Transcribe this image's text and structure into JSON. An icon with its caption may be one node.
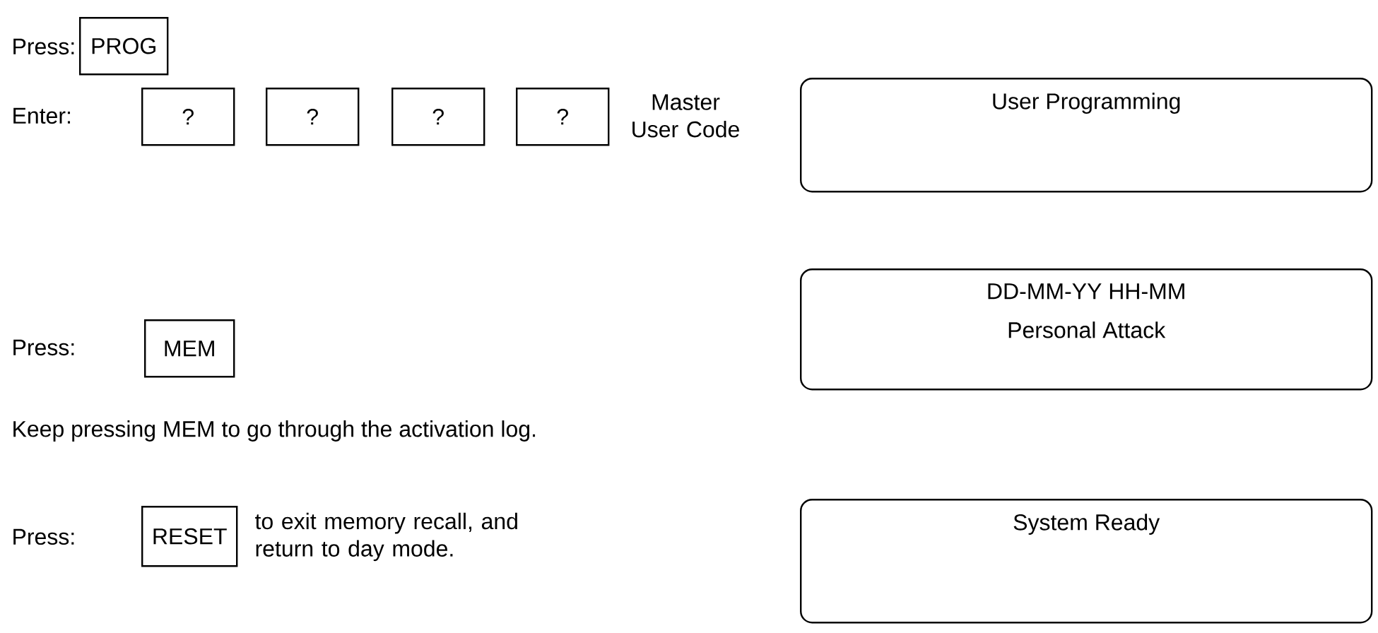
{
  "diagram": {
    "nodes": [
      {
        "text": [
          "PROG"
        ]
      },
      {
        "text": [
          "?"
        ]
      },
      {
        "text": [
          "?"
        ]
      },
      {
        "text": [
          "?"
        ]
      },
      {
        "text": [
          "?"
        ]
      },
      {
        "text": [
          "User Programming"
        ]
      },
      {
        "text": [
          "MEM"
        ]
      },
      {
        "text": [
          "DD-MM-YY HH-MM",
          "Personal Attack"
        ]
      },
      {
        "text": [
          "RESET"
        ]
      },
      {
        "text": [
          "System Ready"
        ]
      }
    ],
    "labels": [
      "Press:",
      "Enter:",
      "Master User Code",
      "Press:",
      "Keep pressing MEM to go through the activation log.",
      "Press:",
      "to exit memory recall, and return to day mode."
    ]
  }
}
